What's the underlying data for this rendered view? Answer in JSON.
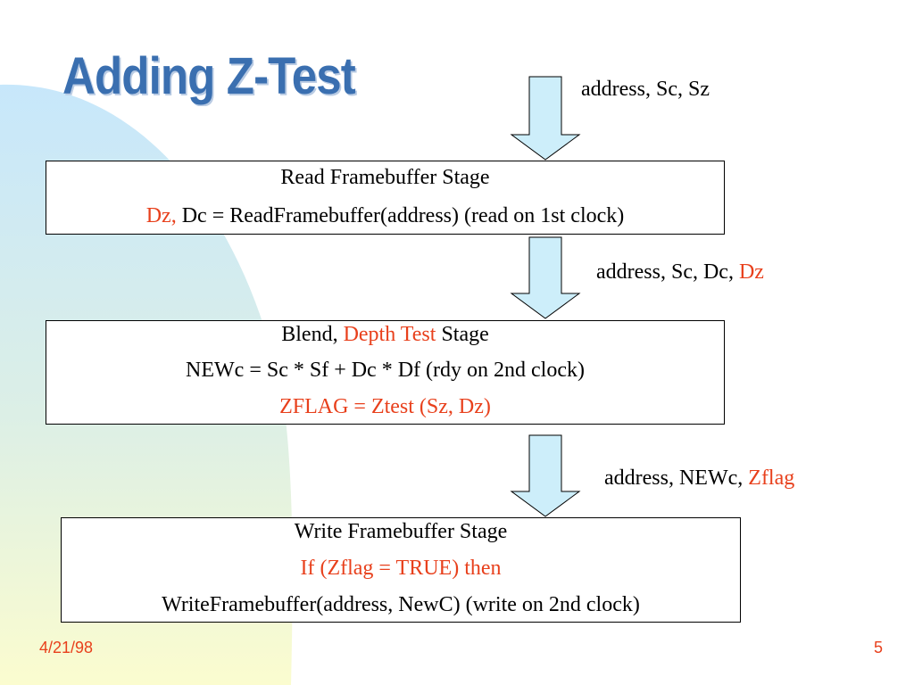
{
  "title": "Adding Z-Test",
  "colors": {
    "accent": "#e8401c",
    "title": "#3a6fb0",
    "arrow_fill": "#cdeefa",
    "bg_blue": "#c7e7fb",
    "bg_yellow": "#fbfccf"
  },
  "arrows": [
    {
      "label": [
        {
          "text": "address, Sc, Sz",
          "color": "black"
        }
      ]
    },
    {
      "label": [
        {
          "text": "address, Sc, Dc, ",
          "color": "black"
        },
        {
          "text": "Dz",
          "color": "red"
        }
      ]
    },
    {
      "label": [
        {
          "text": "address, NEWc, ",
          "color": "black"
        },
        {
          "text": "Zflag",
          "color": "red"
        }
      ]
    }
  ],
  "stages": [
    {
      "lines": [
        [
          {
            "text": "Read Framebuffer Stage",
            "color": "black"
          }
        ],
        [
          {
            "text": "Dz,",
            "color": "red"
          },
          {
            "text": " Dc =  ReadFramebuffer(address)  (read on 1st clock)",
            "color": "black"
          }
        ]
      ]
    },
    {
      "lines": [
        [
          {
            "text": "Blend, ",
            "color": "black"
          },
          {
            "text": "Depth Test",
            "color": "red"
          },
          {
            "text": " Stage",
            "color": "black"
          }
        ],
        [
          {
            "text": "NEWc = Sc * Sf  + Dc * Df  (rdy on 2nd clock)",
            "color": "black"
          }
        ],
        [
          {
            "text": "ZFLAG = Ztest (Sz, Dz)",
            "color": "red"
          }
        ]
      ]
    },
    {
      "lines": [
        [
          {
            "text": "Write Framebuffer Stage",
            "color": "black"
          }
        ],
        [
          {
            "text": "If (Zflag = TRUE) then",
            "color": "red"
          }
        ],
        [
          {
            "text": "WriteFramebuffer(address, NewC)     (write on 2nd clock)",
            "color": "black"
          }
        ]
      ]
    }
  ],
  "footer": {
    "date": "4/21/98",
    "page": "5"
  }
}
